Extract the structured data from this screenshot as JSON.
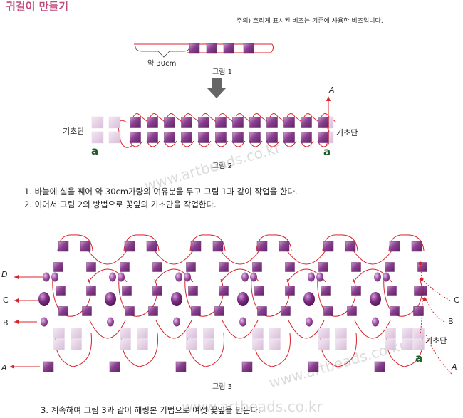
{
  "header": {
    "title": "귀걸이 만들기"
  },
  "note": {
    "text": "주의) 흐리게 표시된 비즈는 기존에 사용한 비즈입니다."
  },
  "figure1": {
    "length_label": "약 30cm",
    "caption": "그림 1"
  },
  "figure2": {
    "left_label": "기초단",
    "right_label": "기초단",
    "mark_left": "a",
    "mark_right": "a",
    "arrow_label": "A",
    "caption": "그림 2"
  },
  "instructions": {
    "step1": "1. 바늘에 실을 꿰어 약 30cm가량의 여유분을 두고 그림 1과 같이 작업을 한다.",
    "step2": "2. 이어서 그림 2의 방법으로 꽃잎의 기초단을 작업한다.",
    "step3": "3. 계속하여 그림 3과 같이 해링본 기법으로 여섯 꽃잎을 만든다."
  },
  "figure3": {
    "labels": {
      "D": "D",
      "C_left": "C",
      "B_left": "B",
      "A_left": "A",
      "C_right": "C",
      "B_right": "B",
      "A_right": "A",
      "base": "기초단",
      "mark": "a"
    },
    "caption": "그림 3"
  },
  "watermark": {
    "text1": "www.artbeads.co.kr",
    "text2": "www.artbeads.co.kr",
    "text3": "www.artbeads.co.kr"
  },
  "colors": {
    "bead_dark": "#8a3f8f",
    "bead_light": "#dcc4dd",
    "thread": "#d8232a",
    "title": "#c0487a",
    "mark": "#1d5a2a",
    "arrow": "#666666"
  }
}
